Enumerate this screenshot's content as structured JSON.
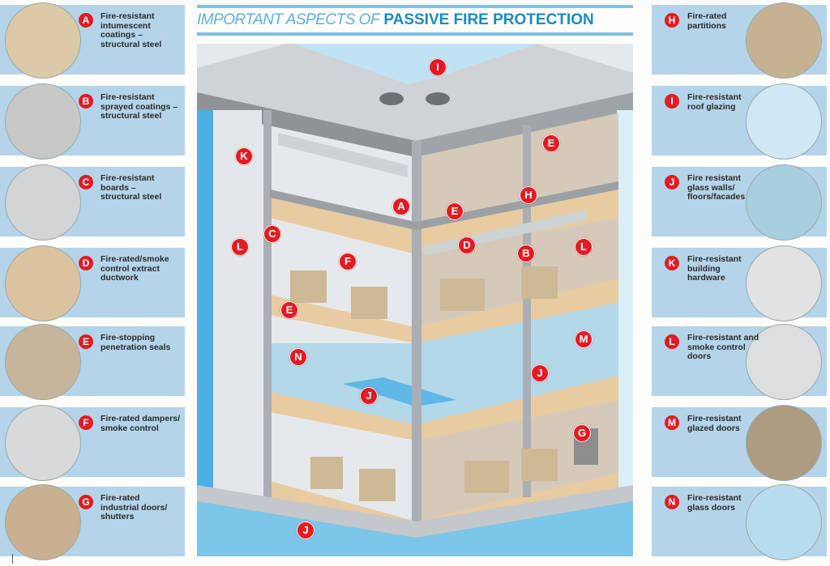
{
  "title": {
    "prefix": "IMPORTANT ASPECTS OF",
    "emphasis": "PASSIVE FIRE PROTECTION"
  },
  "colors": {
    "panel": "#b4d4ea",
    "badge": "#e31b23",
    "title_light": "#5fb0dc",
    "title_strong": "#1c8ac4",
    "floor": "#e8cba0",
    "steel": "#a9afb4",
    "glass": "#6fc0e8"
  },
  "legend_left": [
    {
      "letter": "A",
      "label": "Fire-resistant\nintumescent\ncoatings –\nstructural steel",
      "thumb": "steel-column-office"
    },
    {
      "letter": "B",
      "label": "Fire-resistant\nsprayed coatings –\nstructural steel",
      "thumb": "steel-beam"
    },
    {
      "letter": "C",
      "label": "Fire-resistant\nboards –\nstructural steel",
      "thumb": "boarded-steel"
    },
    {
      "letter": "D",
      "label": "Fire-rated/smoke\ncontrol extract\nductwork",
      "thumb": "ductwork"
    },
    {
      "letter": "E",
      "label": "Fire-stopping\npenetration seals",
      "thumb": "penetration-seal"
    },
    {
      "letter": "F",
      "label": "Fire-rated dampers/\nsmoke control",
      "thumb": "damper"
    },
    {
      "letter": "G",
      "label": "Fire-rated\nindustrial doors/\nshutters",
      "thumb": "shutter"
    }
  ],
  "legend_right": [
    {
      "letter": "H",
      "label": "Fire-rated\npartitions",
      "thumb": "partition"
    },
    {
      "letter": "I",
      "label": "Fire-resistant\nroof glazing",
      "thumb": "roof-glazing"
    },
    {
      "letter": "J",
      "label": "Fire resistant\nglass walls/\nfloors/facades",
      "thumb": "glass-wall"
    },
    {
      "letter": "K",
      "label": "Fire-resistant\nbuilding\nhardware",
      "thumb": "door-hardware"
    },
    {
      "letter": "L",
      "label": "Fire-resistant and\nsmoke control\ndoors",
      "thumb": "smoke-door"
    },
    {
      "letter": "M",
      "label": "Fire-resistant\nglazed doors",
      "thumb": "glazed-door"
    },
    {
      "letter": "N",
      "label": "Fire-resistant\nglass doors",
      "thumb": "glass-door"
    }
  ],
  "scene_markers": [
    "I",
    "K",
    "E",
    "H",
    "A",
    "E",
    "C",
    "L",
    "F",
    "D",
    "B",
    "L",
    "E",
    "N",
    "M",
    "J",
    "J",
    "G",
    "J"
  ]
}
